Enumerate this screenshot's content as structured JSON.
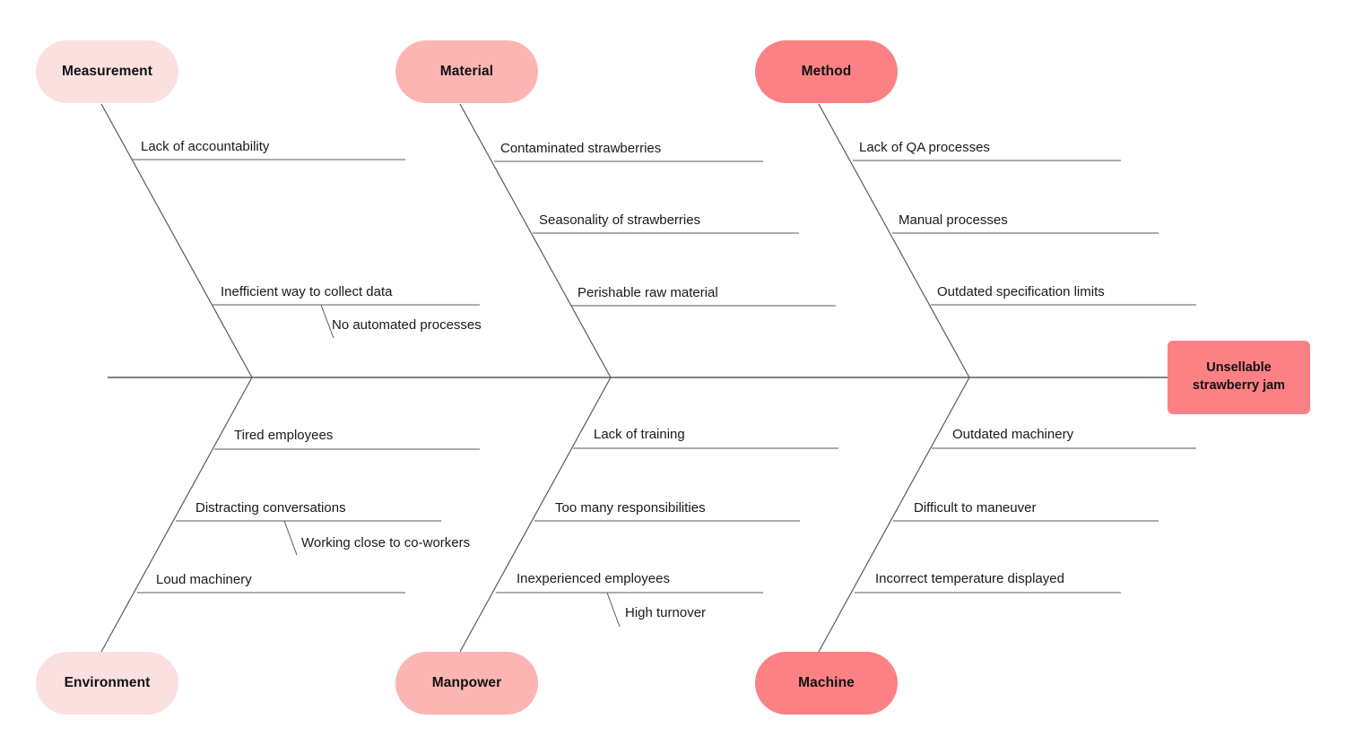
{
  "diagram": {
    "type": "fishbone-ishikawa",
    "effect": {
      "label": "Unsellable\nstrawberry jam",
      "line1": "Unsellable",
      "line2": "strawberry jam",
      "color": "#fb8184"
    },
    "colors": {
      "spine": "#5a5a5a",
      "bone": "#5a5a5a",
      "cause_line": "#5a5a5a",
      "text": "#1a1a1a",
      "background": "#ffffff",
      "tint_light": "#fbe0e0",
      "tint_medium": "#fcb5b2",
      "tint_strong": "#fb8184"
    },
    "categories": [
      {
        "name": "Measurement",
        "position": "top",
        "color": "#fbe0e0",
        "causes": [
          {
            "label": "Lack of accountability",
            "subcauses": []
          },
          {
            "label": "Inefficient way to collect data",
            "subcauses": [
              {
                "label": "No automated processes"
              }
            ]
          }
        ]
      },
      {
        "name": "Material",
        "position": "top",
        "color": "#fcb5b2",
        "causes": [
          {
            "label": "Contaminated strawberries",
            "subcauses": []
          },
          {
            "label": "Seasonality of strawberries",
            "subcauses": []
          },
          {
            "label": "Perishable raw material",
            "subcauses": []
          }
        ]
      },
      {
        "name": "Method",
        "position": "top",
        "color": "#fb8184",
        "causes": [
          {
            "label": "Lack of QA processes",
            "subcauses": []
          },
          {
            "label": "Manual processes",
            "subcauses": []
          },
          {
            "label": "Outdated specification limits",
            "subcauses": []
          }
        ]
      },
      {
        "name": "Environment",
        "position": "bottom",
        "color": "#fbe0e0",
        "causes": [
          {
            "label": "Tired employees",
            "subcauses": []
          },
          {
            "label": "Distracting conversations",
            "subcauses": [
              {
                "label": "Working close to co-workers"
              }
            ]
          },
          {
            "label": "Loud machinery",
            "subcauses": []
          }
        ]
      },
      {
        "name": "Manpower",
        "position": "bottom",
        "color": "#fcb5b2",
        "causes": [
          {
            "label": "Lack of training",
            "subcauses": []
          },
          {
            "label": "Too many responsibilities",
            "subcauses": []
          },
          {
            "label": "Inexperienced employees",
            "subcauses": [
              {
                "label": "High turnover"
              }
            ]
          }
        ]
      },
      {
        "name": "Machine",
        "position": "bottom",
        "color": "#fb8184",
        "causes": [
          {
            "label": "Outdated machinery",
            "subcauses": []
          },
          {
            "label": "Difficult to maneuver",
            "subcauses": []
          },
          {
            "label": "Incorrect temperature displayed",
            "subcauses": []
          }
        ]
      }
    ]
  }
}
